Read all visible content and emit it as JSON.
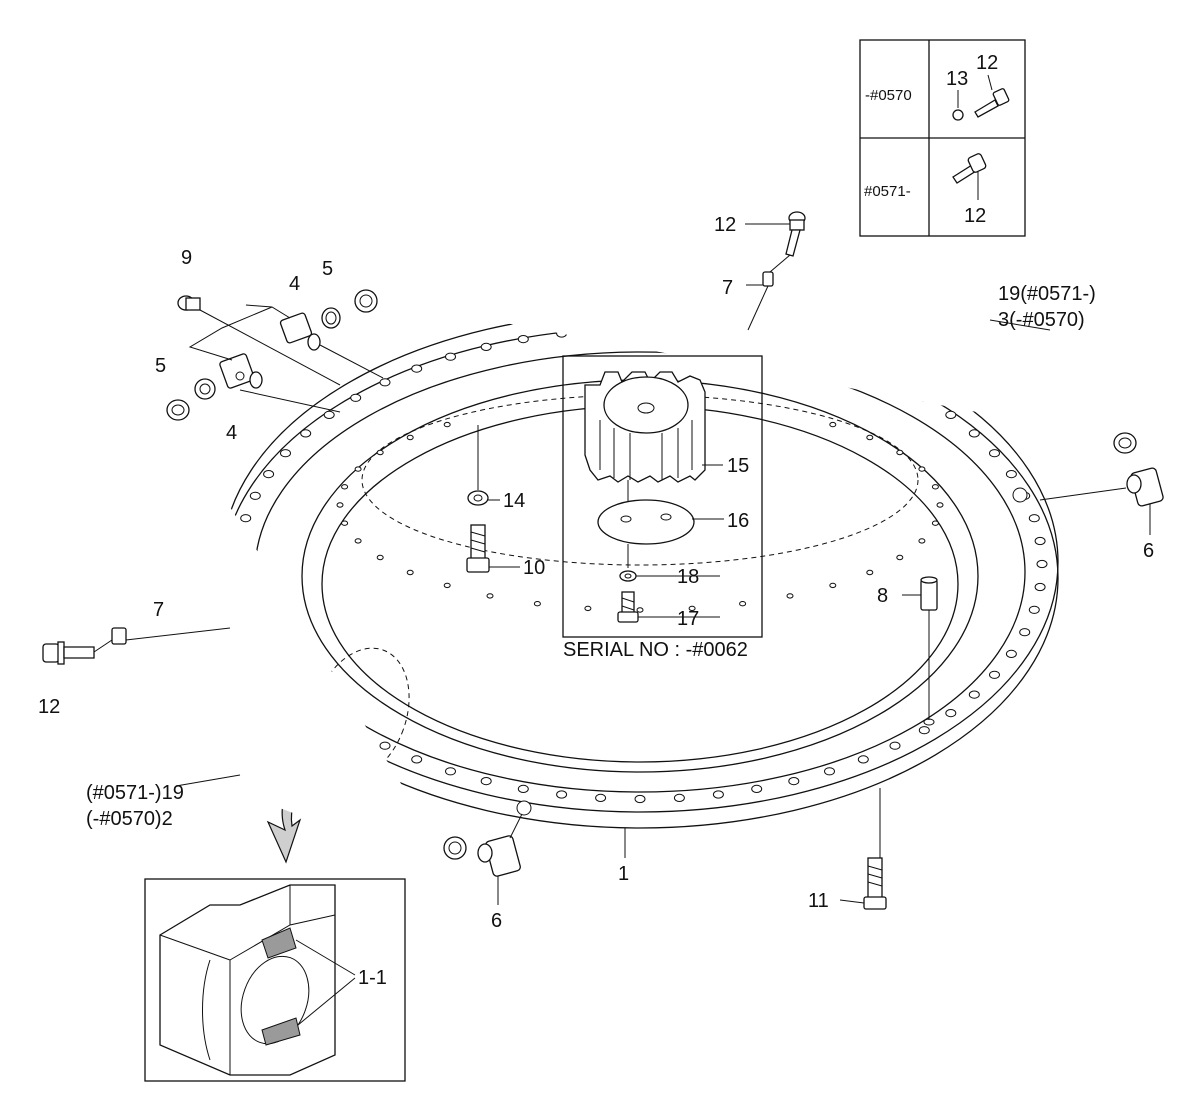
{
  "callouts": {
    "c1": "1",
    "c1_1": "1-1",
    "c4a": "4",
    "c4b": "4",
    "c5a": "5",
    "c5b": "5",
    "c6a": "6",
    "c6b": "6",
    "c7a": "7",
    "c7b": "7",
    "c8": "8",
    "c9": "9",
    "c10": "10",
    "c11": "11",
    "c12a": "12",
    "c12b": "12",
    "c14": "14",
    "c15": "15",
    "c16": "16",
    "c17": "17",
    "c18": "18"
  },
  "hose_right": {
    "line1": "19(#0571-)",
    "line2": "3(-#0570)"
  },
  "hose_left": {
    "line1": "(#0571-)19",
    "line2": "(-#0570)2"
  },
  "serial_box": {
    "label": "SERIAL NO : -#0062"
  },
  "variant_table": {
    "row1": {
      "serial": "-#0570",
      "callout_a": "13",
      "callout_b": "12"
    },
    "row2": {
      "serial": "#0571-",
      "callout_a": "12"
    }
  }
}
